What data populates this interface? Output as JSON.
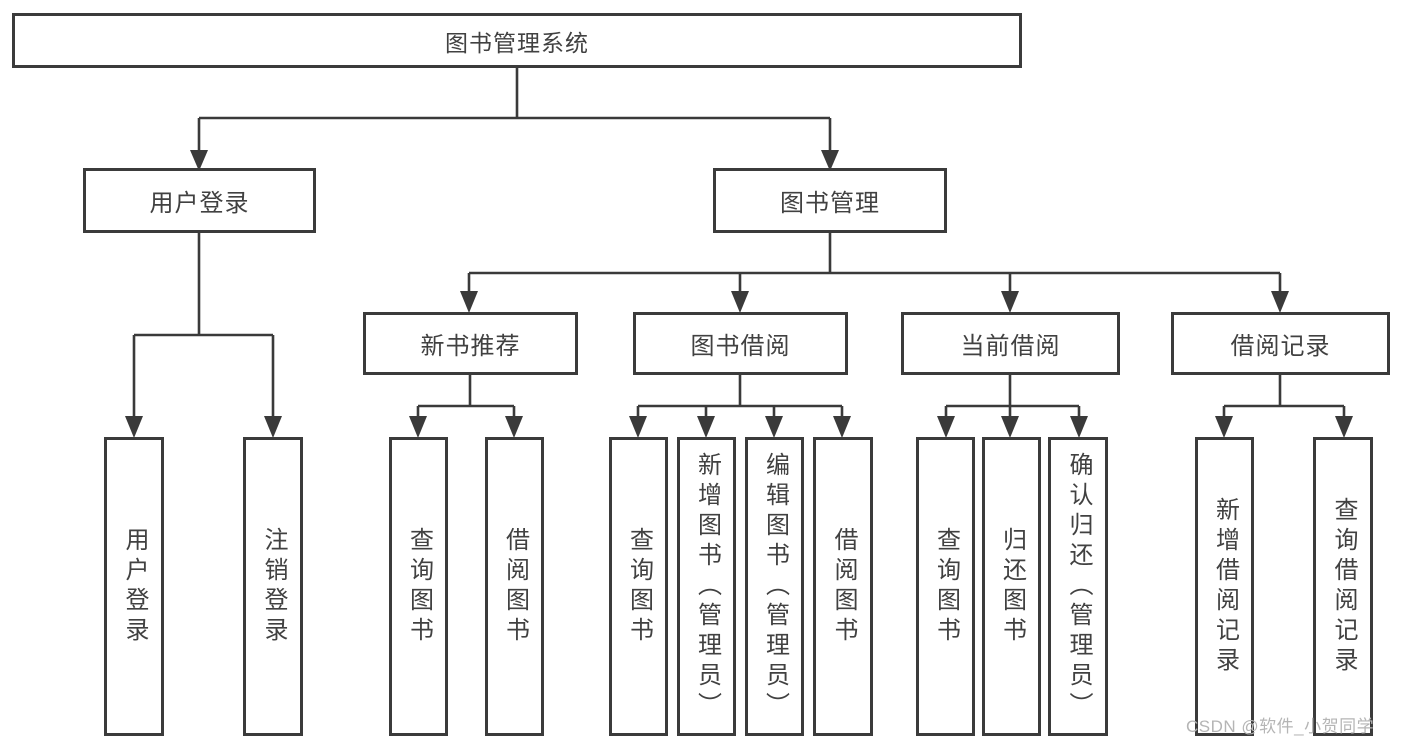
{
  "diagram": {
    "type": "tree-structure-chart",
    "colors": {
      "background": "#ffffff",
      "box_border": "#3b3b3b",
      "connector_line": "#3a3a3a",
      "text": "#414141",
      "watermark_text": "#b5b5b5"
    },
    "tree": {
      "label": "图书管理系统",
      "children": [
        {
          "label": "用户登录",
          "children": [
            {
              "label": "用户登录"
            },
            {
              "label": "注销登录"
            }
          ]
        },
        {
          "label": "图书管理",
          "children": [
            {
              "label": "新书推荐",
              "children": [
                {
                  "label": "查询图书"
                },
                {
                  "label": "借阅图书"
                }
              ]
            },
            {
              "label": "图书借阅",
              "children": [
                {
                  "label": "查询图书"
                },
                {
                  "label": "新增图书（管理员）"
                },
                {
                  "label": "编辑图书（管理员）"
                },
                {
                  "label": "借阅图书"
                }
              ]
            },
            {
              "label": "当前借阅",
              "children": [
                {
                  "label": "查询图书"
                },
                {
                  "label": "归还图书"
                },
                {
                  "label": "确认归还（管理员）"
                }
              ]
            },
            {
              "label": "借阅记录",
              "children": [
                {
                  "label": "新增借阅记录"
                },
                {
                  "label": "查询借阅记录"
                }
              ]
            }
          ]
        }
      ]
    },
    "watermark": {
      "text": "CSDN @软件_小贺同学"
    }
  }
}
